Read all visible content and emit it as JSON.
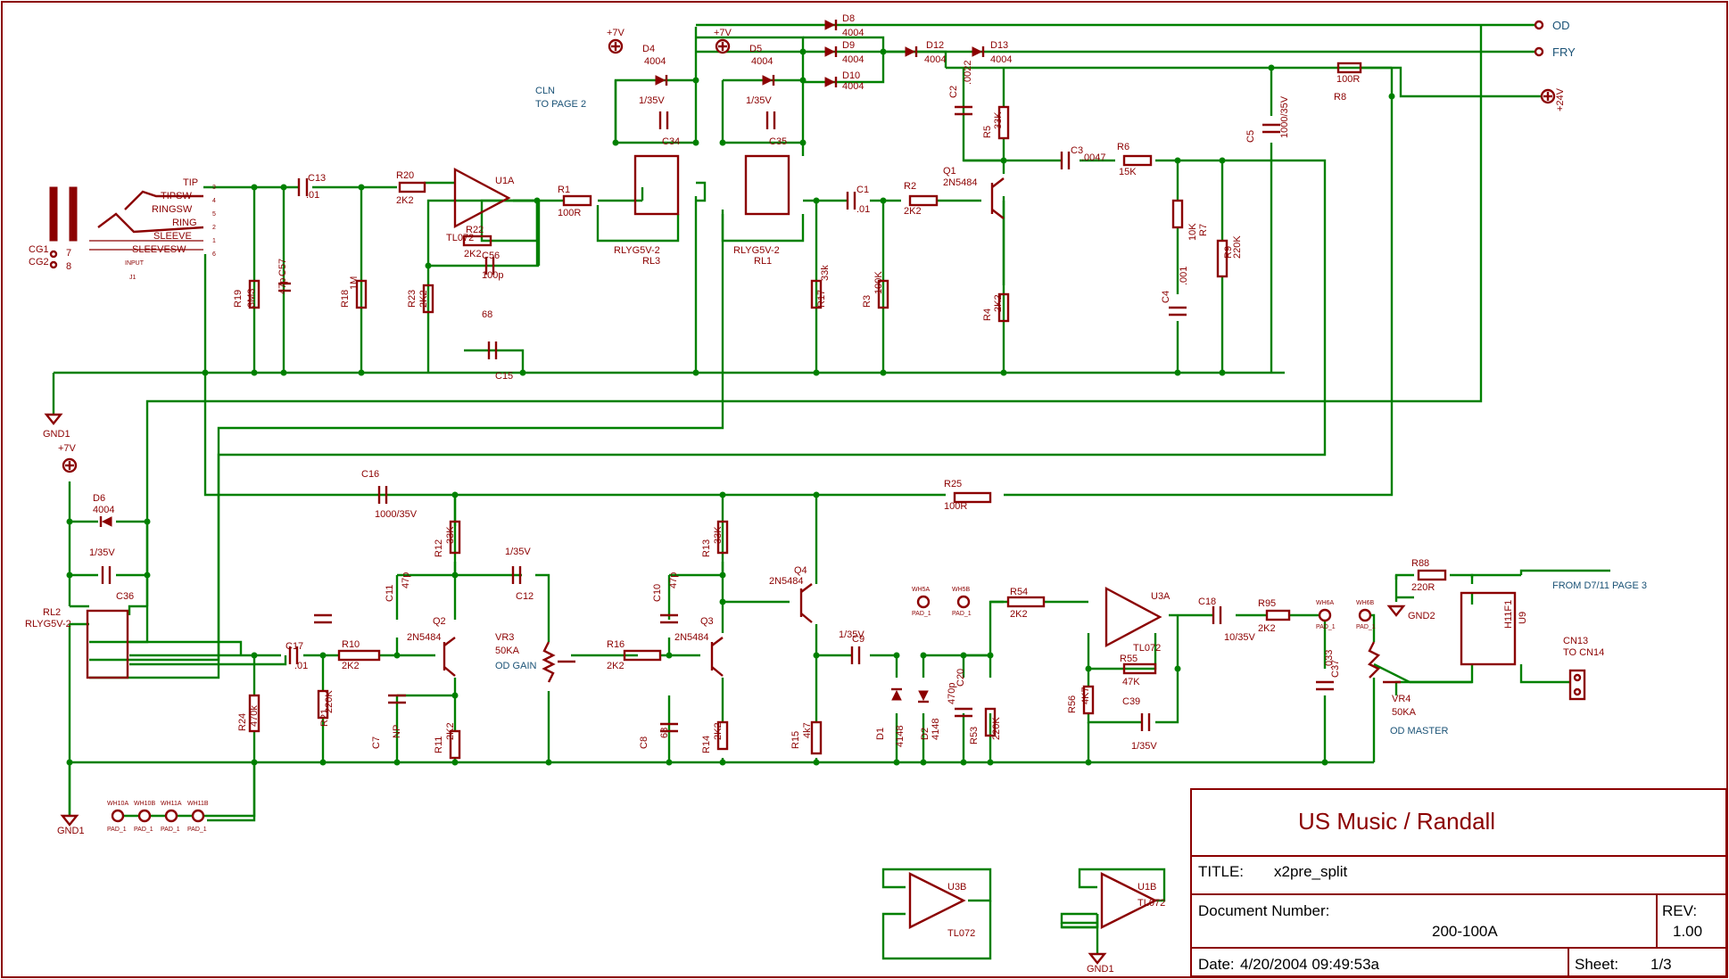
{
  "title_block": {
    "company": "US Music / Randall",
    "title_label": "TITLE:",
    "title_value": "x2pre_split",
    "docnum_label": "Document Number:",
    "docnum_value": "200-100A",
    "rev_label": "REV:",
    "rev_value": "1.00",
    "date_label": "Date:",
    "date_value": "4/20/2004 09:49:53a",
    "sheet_label": "Sheet:",
    "sheet_value": "1/3"
  },
  "nets": {
    "od": "OD",
    "fry": "FRY",
    "cln": "CLN",
    "cln_note": "TO PAGE 2",
    "plus24": "+24V",
    "plus7": "+7V",
    "gnd1": "GND1",
    "gnd2": "GND2",
    "from_d7": "FROM D7/11 PAGE 3"
  },
  "jack": {
    "name": "J1",
    "value": "INPUT",
    "pins": [
      "TIP",
      "TIPSW",
      "RINGSW",
      "RING",
      "SLEEVE",
      "SLEEVESW"
    ],
    "pin_numbers": [
      "3",
      "4",
      "5",
      "2",
      "1",
      "6"
    ],
    "extra": [
      "CG1",
      "CG2",
      "7",
      "8"
    ]
  },
  "components": [
    {
      "ref": "C13",
      "value": ".01"
    },
    {
      "ref": "R20",
      "value": "2K2"
    },
    {
      "ref": "U1A",
      "value": "TL072"
    },
    {
      "ref": "R22",
      "value": "2K2"
    },
    {
      "ref": "C56",
      "value": "100p"
    },
    {
      "ref": "R23",
      "value": "2K2"
    },
    {
      "ref": "C15",
      "value": "68"
    },
    {
      "ref": "R19",
      "value": "3M3"
    },
    {
      "ref": "C57",
      "value": "47p"
    },
    {
      "ref": "R18",
      "value": "1M"
    },
    {
      "ref": "R1",
      "value": "100R"
    },
    {
      "ref": "D4",
      "value": "4004"
    },
    {
      "ref": "D5",
      "value": "4004"
    },
    {
      "ref": "C34",
      "value": "1/35V"
    },
    {
      "ref": "C35",
      "value": "1/35V"
    },
    {
      "ref": "RL3",
      "value": "RLYG5V-2"
    },
    {
      "ref": "RL1",
      "value": "RLYG5V-2"
    },
    {
      "ref": "D8",
      "value": "4004"
    },
    {
      "ref": "D9",
      "value": "4004"
    },
    {
      "ref": "D10",
      "value": "4004"
    },
    {
      "ref": "D12",
      "value": "4004"
    },
    {
      "ref": "D13",
      "value": "4004"
    },
    {
      "ref": "C1",
      "value": ".01"
    },
    {
      "ref": "R17",
      "value": "33k"
    },
    {
      "ref": "R2",
      "value": "2K2"
    },
    {
      "ref": "R3",
      "value": "100K"
    },
    {
      "ref": "Q1",
      "value": "2N5484"
    },
    {
      "ref": "C2",
      "value": ".0022"
    },
    {
      "ref": "R5",
      "value": "33K"
    },
    {
      "ref": "R4",
      "value": "2K2"
    },
    {
      "ref": "C3",
      "value": ".0047"
    },
    {
      "ref": "R6",
      "value": "15K"
    },
    {
      "ref": "R7",
      "value": "10K"
    },
    {
      "ref": "C4",
      "value": ".001"
    },
    {
      "ref": "R9",
      "value": "220K"
    },
    {
      "ref": "C5",
      "value": "1000/35V"
    },
    {
      "ref": "R8",
      "value": "100R"
    },
    {
      "ref": "D6",
      "value": "4004"
    },
    {
      "ref": "C36",
      "value": "1/35V"
    },
    {
      "ref": "RL2",
      "value": "RLYG5V-2"
    },
    {
      "ref": "C16",
      "value": "1000/35V"
    },
    {
      "ref": "R25",
      "value": "100R"
    },
    {
      "ref": "C17",
      "value": ".01"
    },
    {
      "ref": "R24",
      "value": "470k"
    },
    {
      "ref": "R10",
      "value": "2K2"
    },
    {
      "ref": "R21",
      "value": "220K"
    },
    {
      "ref": "C11",
      "value": "47p"
    },
    {
      "ref": "R12",
      "value": "33K"
    },
    {
      "ref": "Q2",
      "value": "2N5484"
    },
    {
      "ref": "C7",
      "value": "NP"
    },
    {
      "ref": "R11",
      "value": "2K2"
    },
    {
      "ref": "C12",
      "value": "1/35V"
    },
    {
      "ref": "VR3",
      "value": "50KA"
    },
    {
      "ref": "R16",
      "value": "2K2"
    },
    {
      "ref": "C10",
      "value": "47p"
    },
    {
      "ref": "R13",
      "value": "33K"
    },
    {
      "ref": "Q3",
      "value": "2N5484"
    },
    {
      "ref": "C8",
      "value": "68"
    },
    {
      "ref": "R14",
      "value": "2K2"
    },
    {
      "ref": "Q4",
      "value": "2N5484"
    },
    {
      "ref": "R15",
      "value": "4k7"
    },
    {
      "ref": "C9",
      "value": "1/35V"
    },
    {
      "ref": "D1",
      "value": "4148"
    },
    {
      "ref": "D2",
      "value": "4148"
    },
    {
      "ref": "C20",
      "value": "470p"
    },
    {
      "ref": "R53",
      "value": "220K"
    },
    {
      "ref": "R54",
      "value": "2K2"
    },
    {
      "ref": "U3A",
      "value": "TL072"
    },
    {
      "ref": "R55",
      "value": "47K"
    },
    {
      "ref": "R56",
      "value": "4K7"
    },
    {
      "ref": "C39",
      "value": "1/35V"
    },
    {
      "ref": "C18",
      "value": "10/35V"
    },
    {
      "ref": "R95",
      "value": "2K2"
    },
    {
      "ref": "C37",
      "value": ".033"
    },
    {
      "ref": "VR4",
      "value": "50KA"
    },
    {
      "ref": "R88",
      "value": "220R"
    },
    {
      "ref": "U9",
      "value": "H11F1"
    },
    {
      "ref": "CN13",
      "value": "TO CN14"
    },
    {
      "ref": "U3B",
      "value": "TL072"
    },
    {
      "ref": "U1B",
      "value": "TL072"
    }
  ],
  "annotations": {
    "od_gain": "OD GAIN",
    "od_master": "OD MASTER"
  },
  "pads": [
    "WH5A",
    "WH5B",
    "WH6A",
    "WH6B",
    "WH10A",
    "WH10B",
    "WH11A",
    "WH11B"
  ],
  "pad_value": "PAD_1"
}
